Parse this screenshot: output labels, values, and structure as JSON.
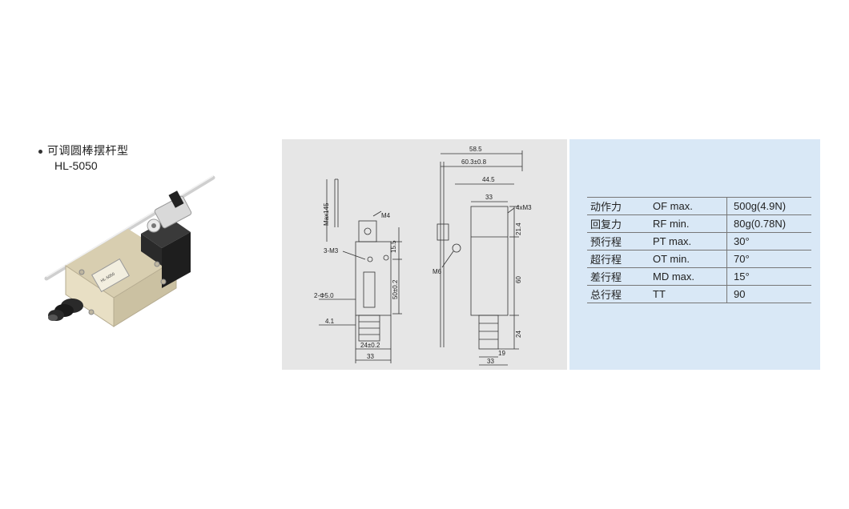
{
  "product": {
    "title": "可调圆棒摆杆型",
    "model": "HL-5050",
    "label_text": "HL-5050"
  },
  "drawing_front": {
    "dims": {
      "max145": "Max145",
      "m4": "M4",
      "m3x3": "3-M3",
      "d155": "15.5",
      "d50": "50±0.2",
      "phi50": "2-Φ5.0",
      "d41": "4.1",
      "d24": "24±0.2",
      "d33": "33"
    }
  },
  "drawing_side": {
    "dims": {
      "d585": "58.5",
      "d603": "60.3±0.8",
      "d445": "44.5",
      "d33a": "33",
      "m3x4": "4xM3",
      "d214": "21.4",
      "m6": "M6",
      "d60": "60",
      "d24": "24",
      "d19": "19",
      "d33b": "33"
    }
  },
  "spec": {
    "rows": [
      {
        "name": "动作力",
        "sym": "OF  max.",
        "val": "500g(4.9N)"
      },
      {
        "name": "回复力",
        "sym": "RF  min.",
        "val": "80g(0.78N)"
      },
      {
        "name": "预行程",
        "sym": "PT  max.",
        "val": "30°"
      },
      {
        "name": "超行程",
        "sym": "OT  min.",
        "val": "70°"
      },
      {
        "name": "差行程",
        "sym": "MD max.",
        "val": "15°"
      },
      {
        "name": "总行程",
        "sym": "TT",
        "val": "90"
      }
    ]
  },
  "colors": {
    "drawing_bg": "#e6e6e6",
    "spec_bg": "#d9e8f6",
    "body_color": "#e8dfc4",
    "head_color": "#222222"
  }
}
